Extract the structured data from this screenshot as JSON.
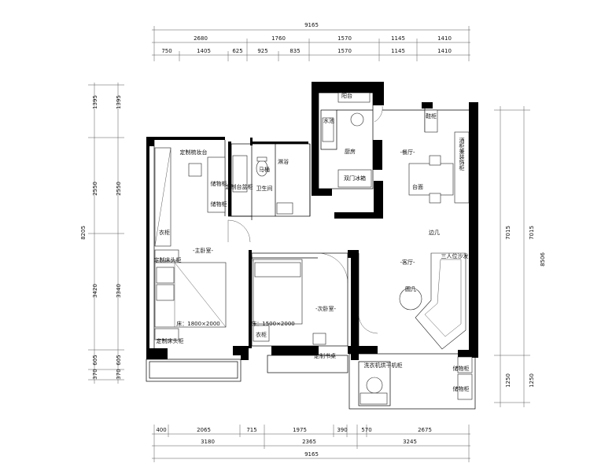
{
  "dimensions": {
    "top_total": "9165",
    "top_row1": [
      "2680",
      "1760",
      "1570",
      "1145",
      "1410"
    ],
    "top_row2": [
      "750",
      "1405",
      "625",
      "925",
      "835",
      "1570",
      "1145",
      "1410"
    ],
    "bottom_row1": [
      "400",
      "2065",
      "715",
      "1975",
      "390",
      "570",
      "2675"
    ],
    "bottom_row2": [
      "3180",
      "2365",
      "3245"
    ],
    "bottom_total": "9165",
    "left_outer": [
      "1395",
      "2550",
      "3420",
      "605",
      "370"
    ],
    "left_total": "8205",
    "left_inner": [
      "1395",
      "2550",
      "3340",
      "605",
      "370"
    ],
    "right_outer": [
      "7015",
      "1250"
    ],
    "right_inner": [
      "7015",
      "1250"
    ],
    "right_total": "8506"
  },
  "labels": {
    "balcony_top": "阳台",
    "sink": "水池",
    "kitchen": "厨房",
    "fridge": "双门冰箱",
    "bathroom": "卫生间",
    "shower": "淋浴",
    "washbasin": "定制台盆柜",
    "toilet": "马桶",
    "vanity": "定制梳妆台",
    "storage_a": "储物柜",
    "storage_b": "储物柜",
    "wardrobe_master": "衣柜",
    "master_bedroom": "-主卧室-",
    "nightstand_top": "定制床头柜",
    "nightstand_bottom": "定制床头柜",
    "master_bed": "床：1800×2000",
    "second_bedroom": "-次卧室-",
    "second_bed": "床：1500×2000",
    "wardrobe_second": "衣柜",
    "desk": "定制书桌",
    "dining_room": "-餐厅-",
    "shoe_cabinet": "鞋柜",
    "wine_cabinet": "酒柜兼装饰柜",
    "table": "台面",
    "side_table": "边几",
    "living_room": "-客厅-",
    "sofa": "三人位沙发",
    "coffee_table": "圆几",
    "laundry": "洗衣机烘干机柜",
    "storage_c": "储物柜",
    "storage_d": "储物柜"
  }
}
